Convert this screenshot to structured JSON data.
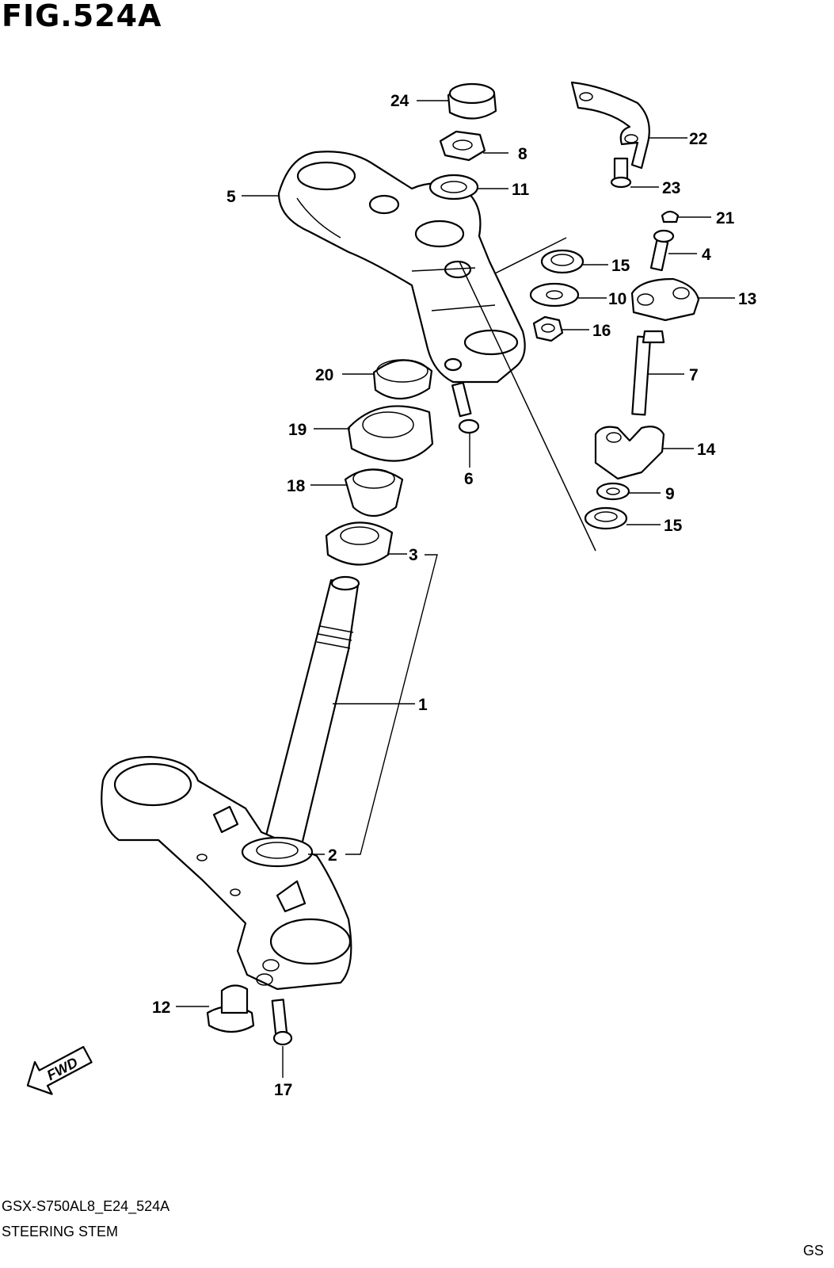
{
  "figure": {
    "title": "FIG.524A",
    "code": "GSX-S750AL8_E24_524A",
    "caption": "STEERING STEM",
    "corner_text": "GS"
  },
  "fwd_label": "FWD",
  "callouts": [
    "24",
    "8",
    "11",
    "5",
    "22",
    "23",
    "21",
    "4",
    "15",
    "10",
    "13",
    "16",
    "7",
    "20",
    "19",
    "6",
    "14",
    "18",
    "9",
    "15",
    "3",
    "1",
    "2",
    "12",
    "17"
  ]
}
